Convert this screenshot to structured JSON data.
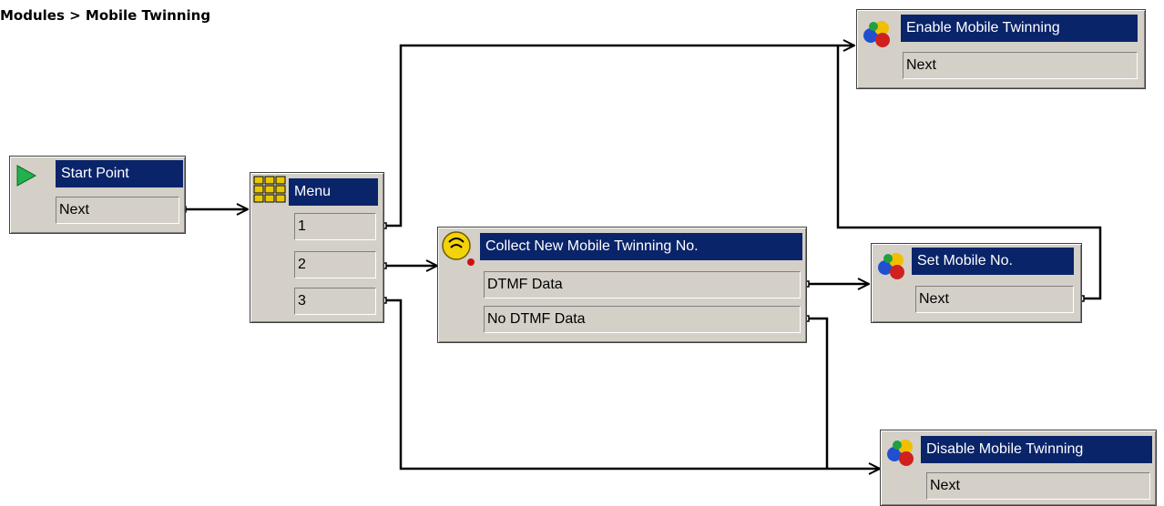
{
  "breadcrumb": "Modules > Mobile Twinning",
  "colors": {
    "header": "#0a246a",
    "node_bg": "#d4d0c8",
    "wire": "#000000"
  },
  "nodes": {
    "start": {
      "title": "Start Point",
      "icon": "play-arrow-icon",
      "outputs": [
        "Next"
      ]
    },
    "menu": {
      "title": "Menu",
      "icon": "keypad-icon",
      "outputs": [
        "1",
        "2",
        "3"
      ]
    },
    "collect": {
      "title": "Collect New Mobile Twinning No.",
      "icon": "collect-digits-icon",
      "outputs": [
        "DTMF Data",
        "No DTMF Data"
      ]
    },
    "enable": {
      "title": "Enable Mobile Twinning",
      "icon": "generic-action-icon",
      "outputs": [
        "Next"
      ]
    },
    "setmobile": {
      "title": "Set Mobile No.",
      "icon": "generic-action-icon",
      "outputs": [
        "Next"
      ]
    },
    "disable": {
      "title": "Disable Mobile Twinning",
      "icon": "generic-action-icon",
      "outputs": [
        "Next"
      ]
    }
  },
  "connections": [
    {
      "from": "start.Next",
      "to": "menu"
    },
    {
      "from": "menu.1",
      "to": "enable"
    },
    {
      "from": "menu.2",
      "to": "collect"
    },
    {
      "from": "menu.3",
      "to": "disable"
    },
    {
      "from": "collect.DTMF Data",
      "to": "setmobile"
    },
    {
      "from": "collect.No DTMF Data",
      "to": "disable"
    },
    {
      "from": "setmobile.Next",
      "to": "enable"
    }
  ]
}
